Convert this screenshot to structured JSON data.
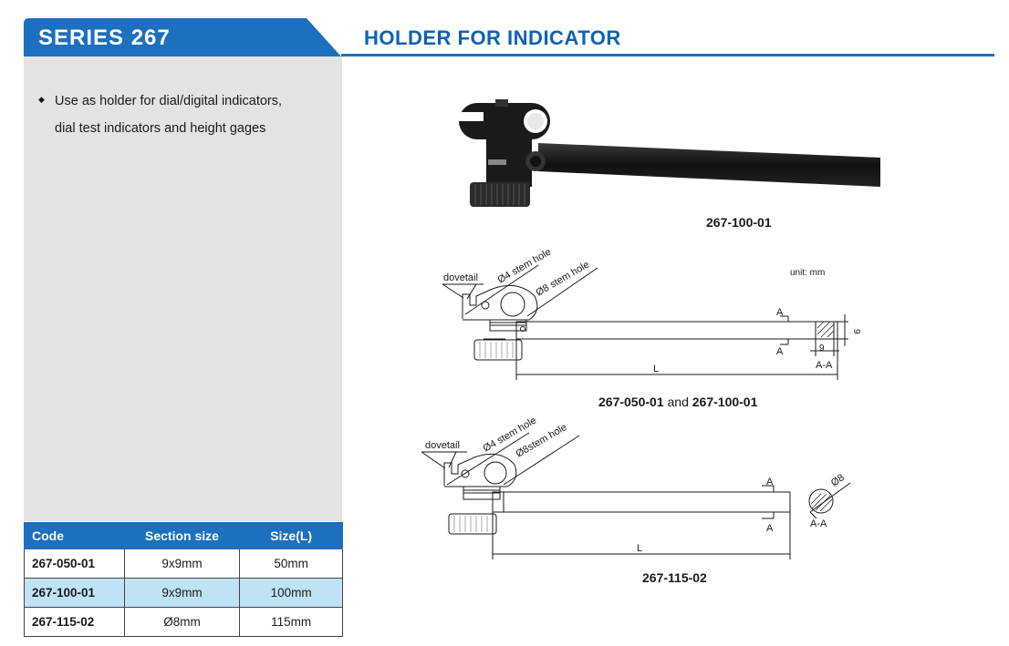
{
  "header": {
    "series": "SERIES 267",
    "product_title": "HOLDER FOR INDICATOR"
  },
  "features": {
    "line1": "Use as holder for dial/digital indicators,",
    "line2": "dial test indicators and height gages"
  },
  "spec_table": {
    "headers": [
      "Code",
      "Section size",
      "Size(L)"
    ],
    "rows": [
      [
        "267-050-01",
        "9x9mm",
        "50mm"
      ],
      [
        "267-100-01",
        "9x9mm",
        "100mm"
      ],
      [
        "267-115-02",
        "Ø8mm",
        "115mm"
      ]
    ]
  },
  "photo_caption": "267-100-01",
  "drawing1": {
    "unit": "unit: mm",
    "dovetail": "dovetail",
    "stem4": "Ø4 stem hole",
    "stem8": "Ø8 stem hole",
    "section_a": "A",
    "section_aa": "A-A",
    "dim_9": "9",
    "length": "L",
    "caption_a": "267-050-01",
    "caption_and": "and",
    "caption_b": "267-100-01"
  },
  "drawing2": {
    "dovetail": "dovetail",
    "stem4": "Ø4 stem hole",
    "stem8": "Ø8stem hole",
    "section_a": "A",
    "section_aa": "A-A",
    "dia": "Ø8",
    "length": "L",
    "caption": "267-115-02"
  },
  "colors": {
    "accent": "#1d6fc0",
    "panel": "#e3e3e3",
    "row_alt": "#bfe3f5"
  }
}
